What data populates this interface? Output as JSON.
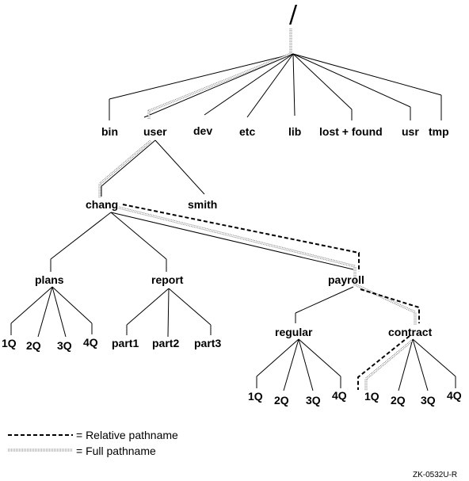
{
  "diagram": {
    "root": "/",
    "level1": [
      "bin",
      "user",
      "dev",
      "etc",
      "lib",
      "lost + found",
      "usr",
      "tmp"
    ],
    "user_children": [
      "chang",
      "smith"
    ],
    "chang_children": [
      "plans",
      "report",
      "payroll"
    ],
    "plans_children": [
      "1Q",
      "2Q",
      "3Q",
      "4Q"
    ],
    "report_children": [
      "part1",
      "part2",
      "part3"
    ],
    "payroll_children": [
      "regular",
      "contract"
    ],
    "regular_children": [
      "1Q",
      "2Q",
      "3Q",
      "4Q"
    ],
    "contract_children": [
      "1Q",
      "2Q",
      "3Q",
      "4Q"
    ]
  },
  "legend": {
    "relative": "= Relative pathname",
    "full": "= Full pathname"
  },
  "figure_id": "ZK-0532U-R"
}
